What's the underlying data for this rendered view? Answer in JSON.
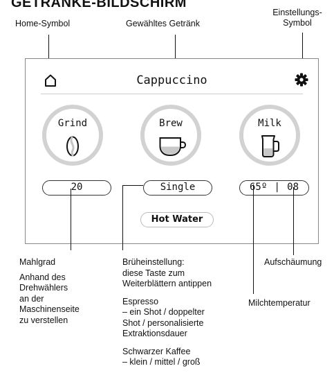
{
  "heading": "GETRÄNKE-BILDSCHIRM",
  "callouts": {
    "home_symbol": "Home-Symbol",
    "selected_drink": "Gewähltes Getränk",
    "settings_symbol_line1": "Einstellungs-",
    "settings_symbol_line2": "Symbol"
  },
  "screen": {
    "title": "Cappuccino",
    "home_icon": "home-icon",
    "settings_icon": "gear-icon",
    "grind": {
      "label": "Grind",
      "value": "20",
      "icon": "coffee-bean-icon"
    },
    "brew": {
      "label": "Brew",
      "value": "Single",
      "icon": "cup-icon"
    },
    "milk": {
      "label": "Milk",
      "temp": "65º",
      "separator": "|",
      "froth": "08",
      "icon": "milk-jug-icon"
    },
    "hot_water": "Hot Water",
    "colors": {
      "ring": "#d2d2d2",
      "fill": "#c8c8c8",
      "border": "#888888"
    }
  },
  "annotations": {
    "mahlgrad": {
      "title": "Mahlgrad",
      "lines": [
        "Anhand des",
        "Drehwählers",
        "an der",
        "Maschinenseite",
        "zu verstellen"
      ]
    },
    "bruehen": {
      "lines": [
        "Brüheinstellung:",
        "diese Taste zum",
        "Weiterblättern antippen"
      ],
      "espresso": [
        "Espresso",
        "– ein Shot / doppelter",
        "Shot / personalisierte",
        "Extraktionsdauer"
      ],
      "kaffee": [
        "Schwarzer Kaffee",
        "– klein / mittel / groß"
      ]
    },
    "aufschaeumung": "Aufschäumung",
    "milchtemperatur": "Milchtemperatur"
  }
}
